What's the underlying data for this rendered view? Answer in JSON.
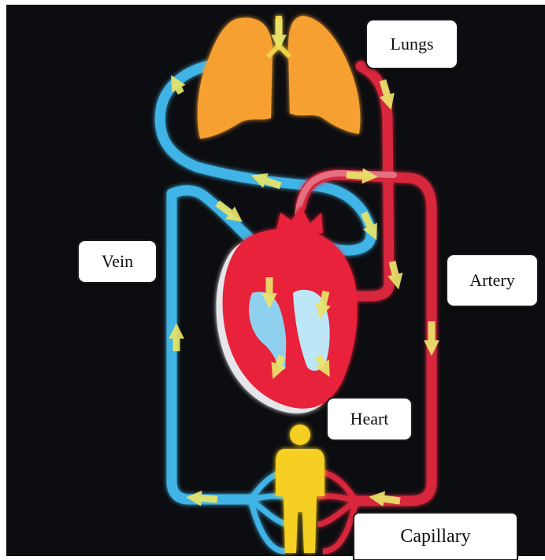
{
  "labels": {
    "lungs": "Lungs",
    "vein": "Vein",
    "artery": "Artery",
    "heart": "Heart",
    "capillary": "Capillary"
  },
  "colors": {
    "background": "#0c0d10",
    "vein_blue": "#3fb4e6",
    "artery_red": "#d8283c",
    "lung_orange": "#f7a033",
    "heart_red": "#e8203a",
    "arrow_yellow": "#e9e46a",
    "person_yellow": "#f5d020"
  }
}
